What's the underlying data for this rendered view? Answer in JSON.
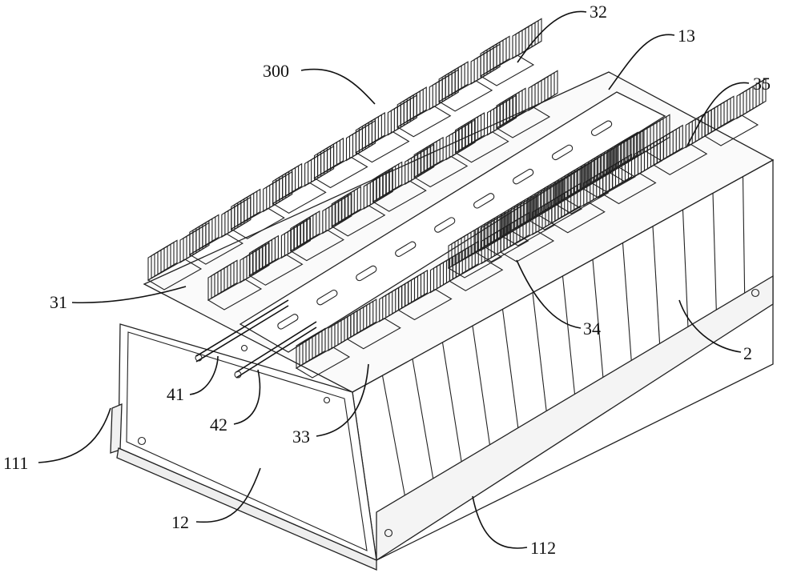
{
  "figure": {
    "labels": {
      "l32": "32",
      "l13": "13",
      "l300": "300",
      "l35": "35",
      "l31": "31",
      "l34": "34",
      "l2": "2",
      "l41": "41",
      "l42": "42",
      "l33": "33",
      "l111": "111",
      "l12": "12",
      "l112": "112"
    },
    "colors": {
      "line": "#111111",
      "face": "#ffffff",
      "shade": "#f2f2f2"
    }
  }
}
